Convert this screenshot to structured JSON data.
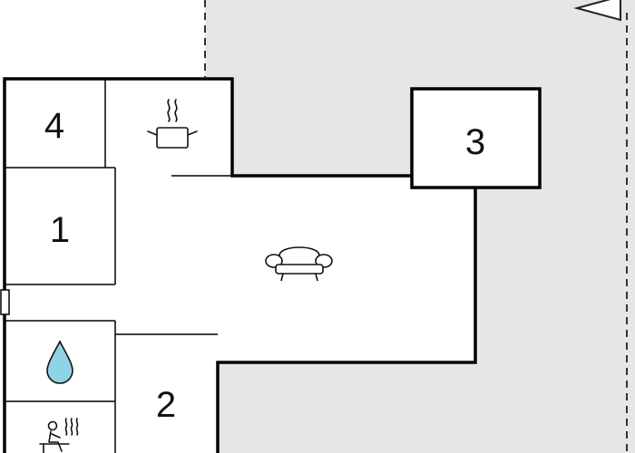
{
  "floorplan": {
    "rooms": [
      {
        "id": "room-4",
        "label": "4"
      },
      {
        "id": "room-1",
        "label": "1"
      },
      {
        "id": "room-3",
        "label": "3"
      },
      {
        "id": "room-2",
        "label": "2"
      }
    ],
    "icons": [
      "cooking-pot-icon",
      "sofa-icon",
      "water-drop-icon",
      "sauna-icon",
      "direction-arrow-icon"
    ],
    "colors": {
      "exterior_area": "#e6e6e6",
      "wall": "#000000",
      "water_drop": "#8fd3e6",
      "background": "#ffffff"
    }
  }
}
